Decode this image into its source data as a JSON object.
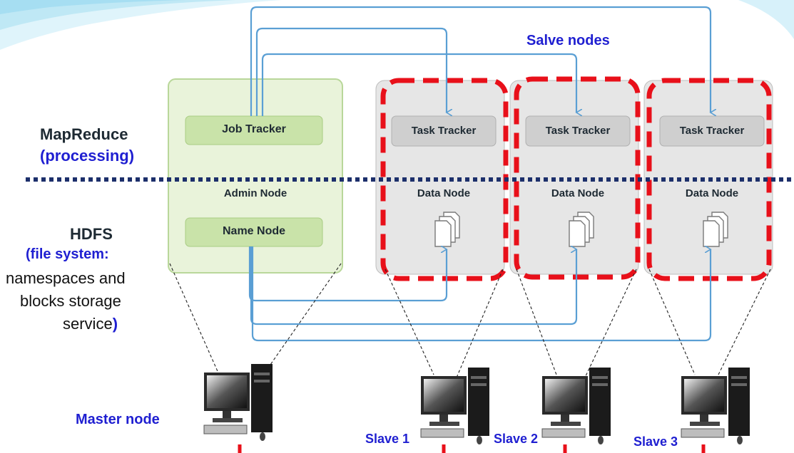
{
  "header": {
    "slave_nodes_label": "Salve nodes"
  },
  "left_labels": {
    "mapreduce": "MapReduce",
    "processing": "(processing)",
    "hdfs": "HDFS",
    "file_system": "(file system:",
    "desc_line1": "namespaces and",
    "desc_line2": "blocks storage",
    "desc_line3": "service",
    "desc_close": ")"
  },
  "admin": {
    "job_tracker": "Job Tracker",
    "admin_node": "Admin Node",
    "name_node": "Name Node"
  },
  "slaves": [
    {
      "task_tracker": "Task Tracker",
      "data_node": "Data Node",
      "machine": "Slave 1"
    },
    {
      "task_tracker": "Task Tracker",
      "data_node": "Data Node",
      "machine": "Slave 2"
    },
    {
      "task_tracker": "Task Tracker",
      "data_node": "Data Node",
      "machine": "Slave 3"
    }
  ],
  "master_label": "Master node",
  "colors": {
    "arrow": "#5a9fd4",
    "highlight": "#e8101a",
    "divider": "#1c2f6b",
    "admin_fill": "#e9f3da",
    "admin_border": "#b9d79a",
    "slave_fill": "#e6e6e6",
    "label_blue": "#1f1fd1"
  }
}
